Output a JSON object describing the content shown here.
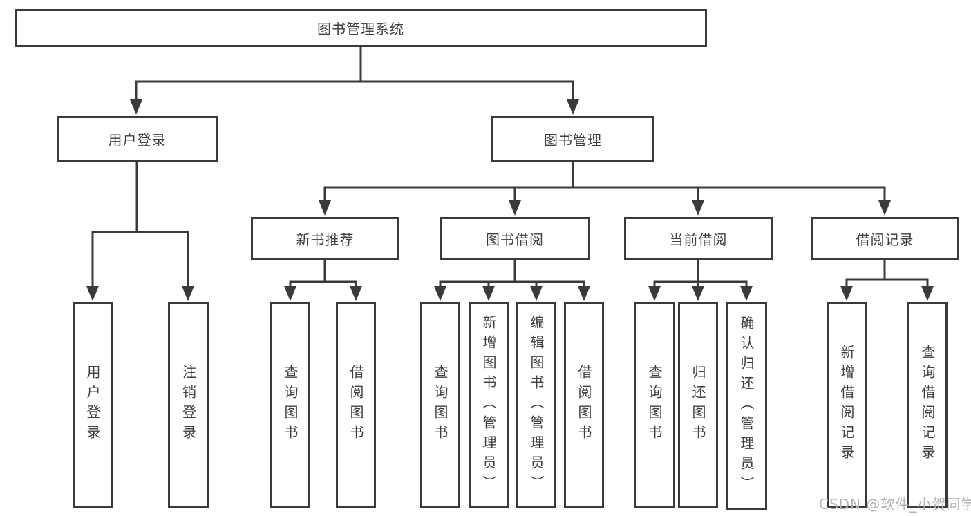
{
  "diagram": {
    "title": "图书管理系统",
    "type": "hierarchy-tree",
    "colors": {
      "line": "#3a3a3a",
      "box_border": "#3a3a3a",
      "text": "#3f3f3f",
      "watermark": "#b3b3b3",
      "background": "#ffffff"
    },
    "hierarchy": {
      "图书管理系统": {
        "用户登录": [
          "用户登录",
          "注销登录"
        ],
        "图书管理": {
          "新书推荐": [
            "查询图书",
            "借阅图书"
          ],
          "图书借阅": [
            "查询图书",
            "新增图书（管理员）",
            "编辑图书（管理员）",
            "借阅图书"
          ],
          "当前借阅": [
            "查询图书",
            "归还图书",
            "确认归还（管理员）"
          ],
          "借阅记录": [
            "新增借阅记录",
            "查询借阅记录"
          ]
        }
      }
    },
    "nodes": {
      "root": {
        "label": "图书管理系统"
      },
      "user_login": {
        "label": "用户登录"
      },
      "book_mgmt": {
        "label": "图书管理"
      },
      "new_book": {
        "label": "新书推荐"
      },
      "book_borrow": {
        "label": "图书借阅"
      },
      "current_borrow": {
        "label": "当前借阅"
      },
      "borrow_record": {
        "label": "借阅记录"
      },
      "ul_login": {
        "label": "用户登录"
      },
      "ul_logout": {
        "label": "注销登录"
      },
      "nb_query": {
        "label": "查询图书"
      },
      "nb_borrow": {
        "label": "借阅图书"
      },
      "bb_query": {
        "label": "查询图书"
      },
      "bb_add": {
        "label": "新增图书（管理员）"
      },
      "bb_edit": {
        "label": "编辑图书（管理员）"
      },
      "bb_borrow": {
        "label": "借阅图书"
      },
      "cb_query": {
        "label": "查询图书"
      },
      "cb_return": {
        "label": "归还图书"
      },
      "cb_confirm": {
        "label": "确认归还（管理员）"
      },
      "br_add": {
        "label": "新增借阅记录"
      },
      "br_query": {
        "label": "查询借阅记录"
      }
    },
    "watermark": "CSDN @软件_小贺同学"
  }
}
